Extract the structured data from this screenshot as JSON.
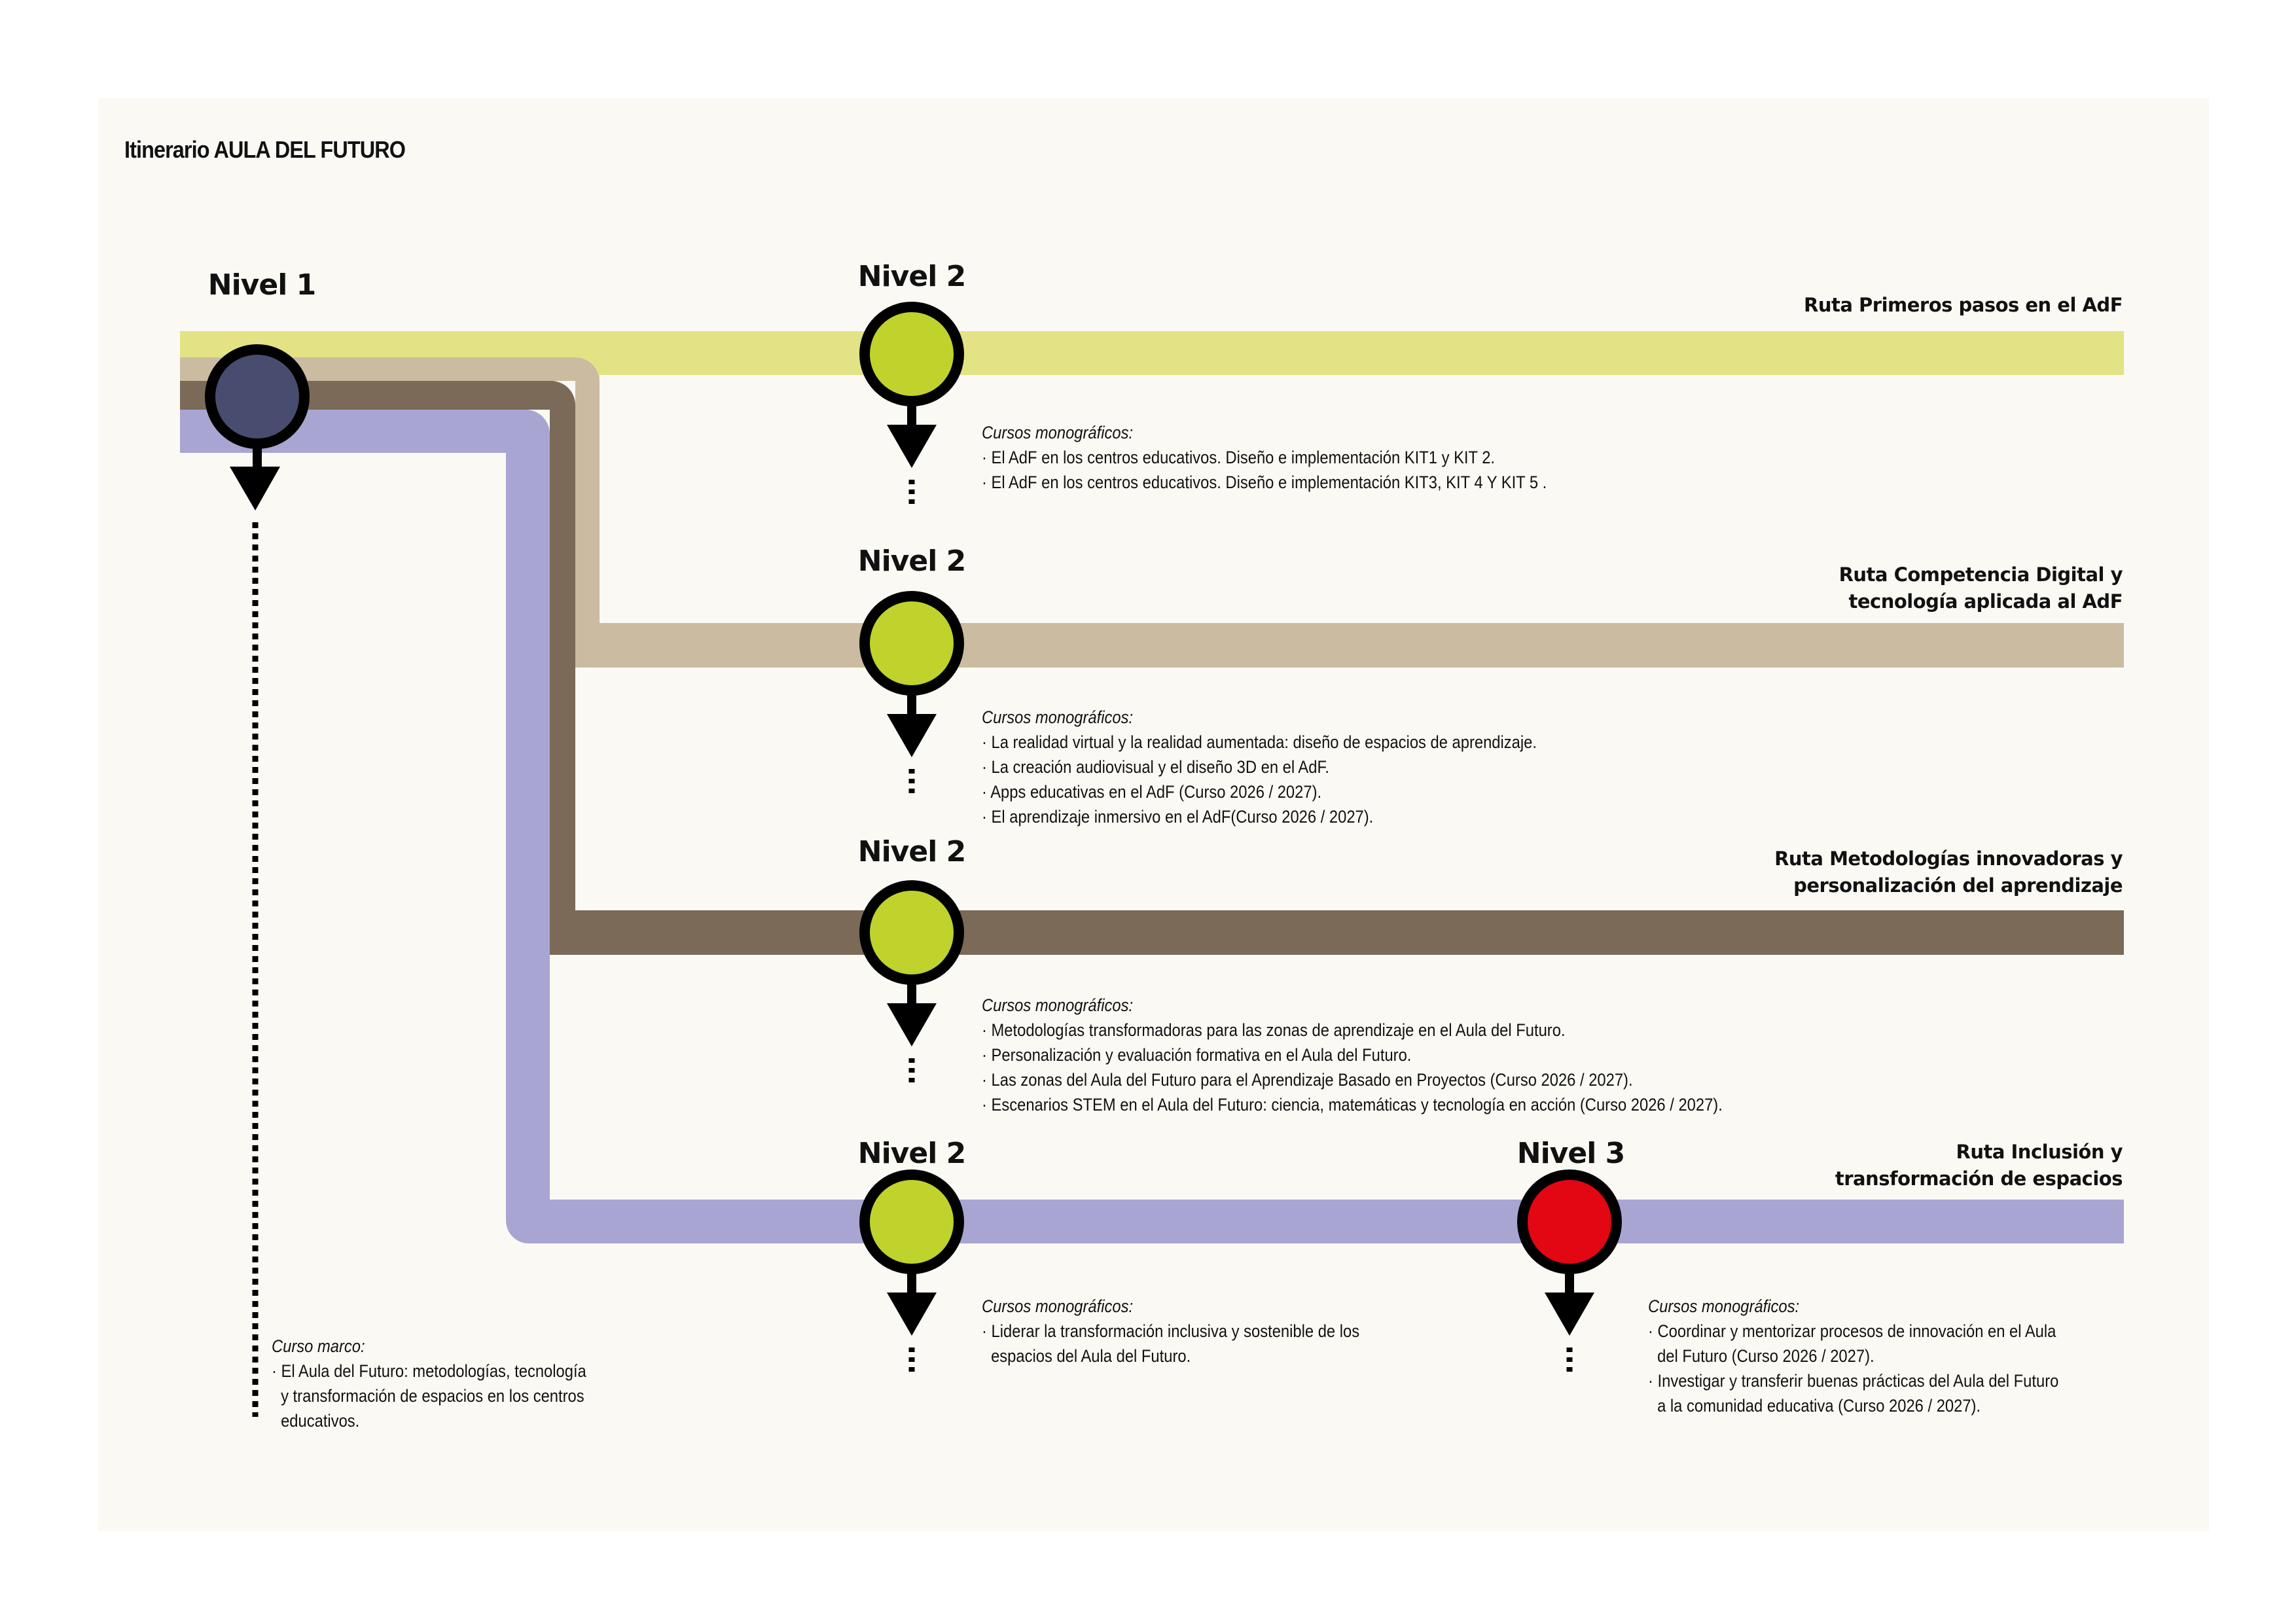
{
  "title": "Itinerario AULA DEL FUTURO",
  "colors": {
    "background": "#fbf9f4",
    "route_primeros_pasos": "#e3e385",
    "route_competencia_digital": "#cbbba0",
    "route_metodologias": "#7a6a57",
    "route_inclusion": "#a8a5d3",
    "node_level1": "#484c6e",
    "node_level2": "#c0d22c",
    "node_level3": "#e30613",
    "outline": "#000000"
  },
  "level1": {
    "label": "Nivel 1",
    "course_heading": "Curso marco:",
    "courses": [
      "El Aula del Futuro: metodologías, tecnología y transformación de espacios en los centros educativos."
    ],
    "node_icon": "level-node-icon",
    "arrow_icon": "arrow-down-icon"
  },
  "routes": [
    {
      "name": "Ruta Primeros pasos en el AdF",
      "name_lines": [
        "Ruta Primeros pasos en el AdF"
      ],
      "level_label": "Nivel 2",
      "course_heading": "Cursos monográficos:",
      "courses": [
        "El AdF en los centros educativos. Diseño e implementación KIT1 y KIT 2.",
        "El AdF en los centros educativos. Diseño e implementación KIT3, KIT 4 Y KIT 5 ."
      ]
    },
    {
      "name": "Ruta Competencia Digital y tecnología aplicada al AdF",
      "name_lines": [
        "Ruta Competencia Digital y",
        "tecnología aplicada al AdF"
      ],
      "level_label": "Nivel 2",
      "course_heading": "Cursos monográficos:",
      "courses": [
        "La realidad virtual y la realidad aumentada: diseño de espacios de aprendizaje.",
        "La creación audiovisual y el diseño 3D en el AdF.",
        "Apps educativas en el AdF (Curso 2026 / 2027).",
        "El aprendizaje inmersivo en el AdF(Curso 2026 / 2027)."
      ]
    },
    {
      "name": "Ruta Metodologías innovadoras y personalización del aprendizaje",
      "name_lines": [
        "Ruta Metodologías innovadoras y",
        "personalización del aprendizaje"
      ],
      "level_label": "Nivel 2",
      "course_heading": "Cursos monográficos:",
      "courses": [
        "Metodologías transformadoras para las zonas de aprendizaje en el Aula del Futuro.",
        "Personalización y evaluación formativa en el Aula del Futuro.",
        "Las zonas del Aula del Futuro para el Aprendizaje Basado en Proyectos (Curso 2026 / 2027).",
        "Escenarios STEM en el Aula del Futuro: ciencia, matemáticas y tecnología en acción (Curso 2026 / 2027)."
      ]
    },
    {
      "name": "Ruta Inclusión y transformación de espacios",
      "name_lines": [
        "Ruta Inclusión y",
        "transformación de espacios"
      ],
      "level_label": "Nivel 2",
      "course_heading": "Cursos monográficos:",
      "courses_lines": [
        "Liderar la transformación inclusiva y sostenible de los espacios del Aula del Futuro."
      ],
      "level3": {
        "label": "Nivel 3",
        "course_heading": "Cursos monográficos:",
        "courses": [
          "Coordinar y mentorizar procesos de innovación en el Aula del Futuro (Curso 2026 / 2027).",
          "Investigar y transferir buenas prácticas del Aula del Futuro a la comunidad educativa (Curso 2026 / 2027)."
        ]
      }
    }
  ]
}
